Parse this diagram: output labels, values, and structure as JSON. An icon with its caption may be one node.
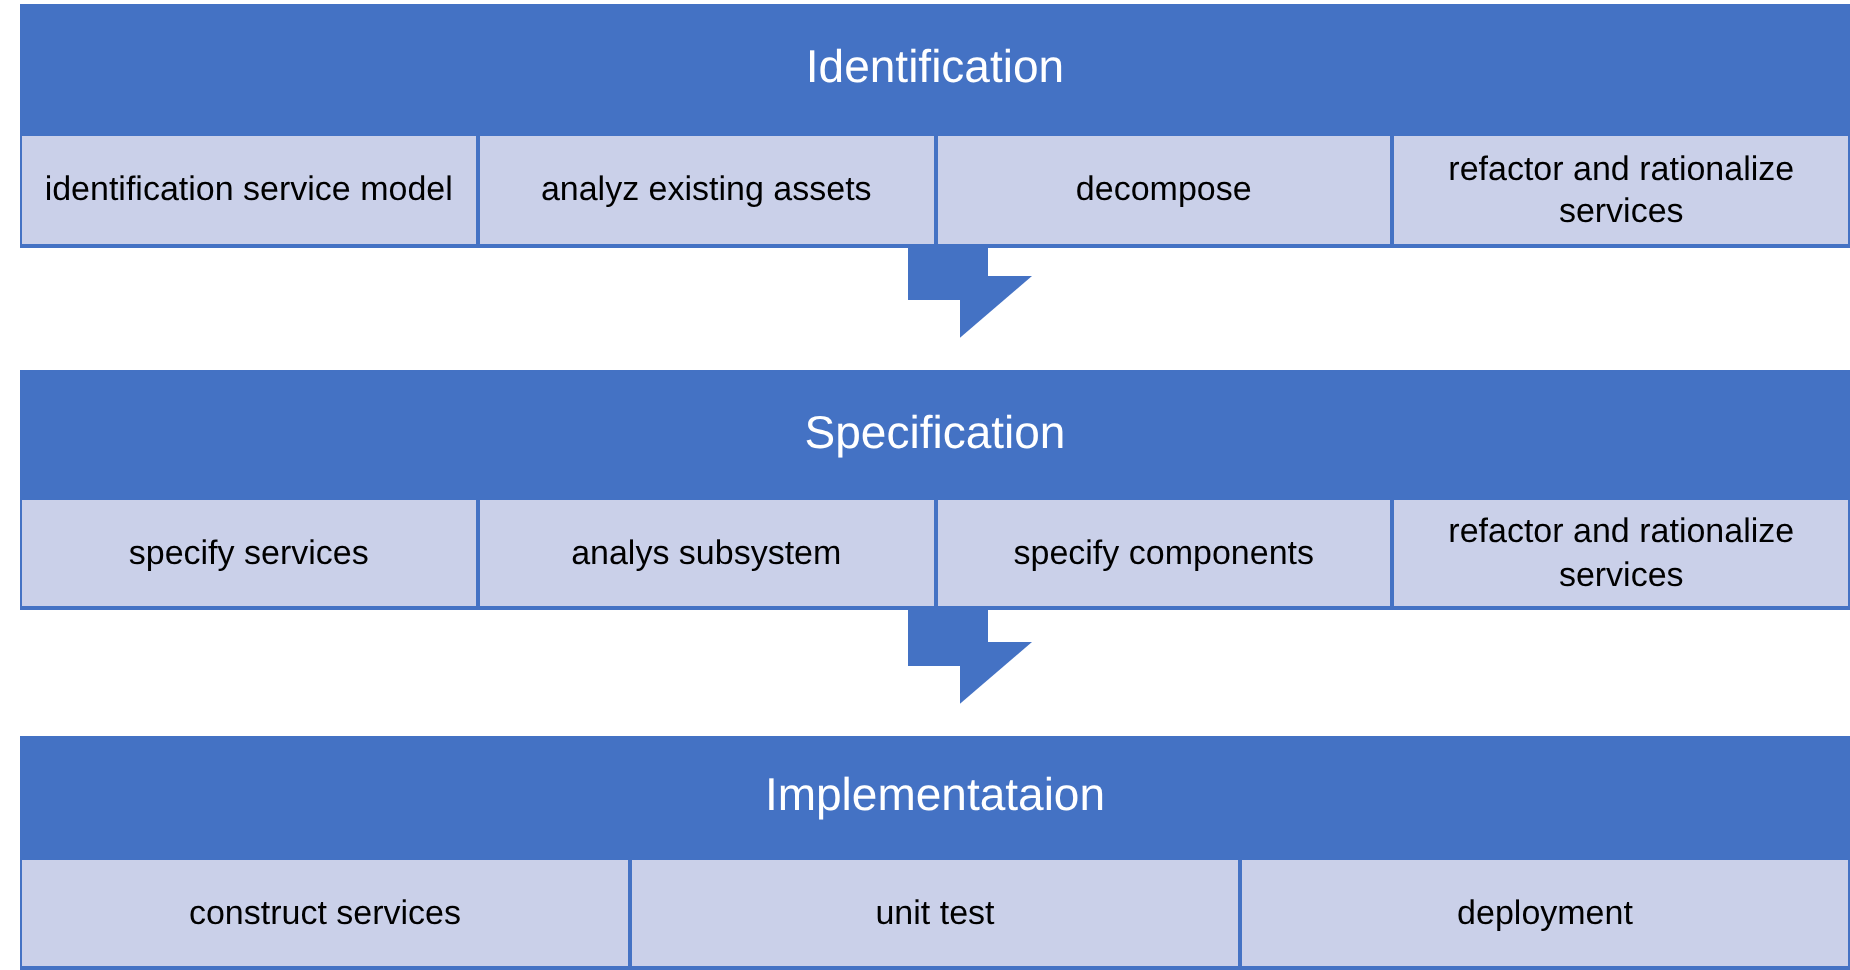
{
  "diagram": {
    "nodes": [
      {
        "text": [
          "Identification"
        ]
      },
      {
        "text": [
          "identification service model"
        ],
        "in": 0
      },
      {
        "text": [
          "analyz existing assets"
        ],
        "in": 0
      },
      {
        "text": [
          "decompose"
        ],
        "in": 0
      },
      {
        "text": [
          "refactor and rationalize services"
        ],
        "in": 0
      },
      {
        "text": [
          "Specification"
        ]
      },
      {
        "text": [
          "specify services"
        ],
        "in": 5
      },
      {
        "text": [
          "analys subsystem"
        ],
        "in": 5
      },
      {
        "text": [
          "specify components"
        ],
        "in": 5
      },
      {
        "text": [
          "refactor and rationalize services"
        ],
        "in": 5
      },
      {
        "text": [
          "Implementataion"
        ]
      },
      {
        "text": [
          "construct services"
        ],
        "in": 10
      },
      {
        "text": [
          "unit test"
        ],
        "in": 10
      },
      {
        "text": [
          "deployment"
        ],
        "in": 10
      }
    ],
    "edges": [
      {
        "from": 0,
        "to": 5,
        "arrow": "to"
      },
      {
        "from": 5,
        "to": 10,
        "arrow": "to"
      }
    ]
  }
}
